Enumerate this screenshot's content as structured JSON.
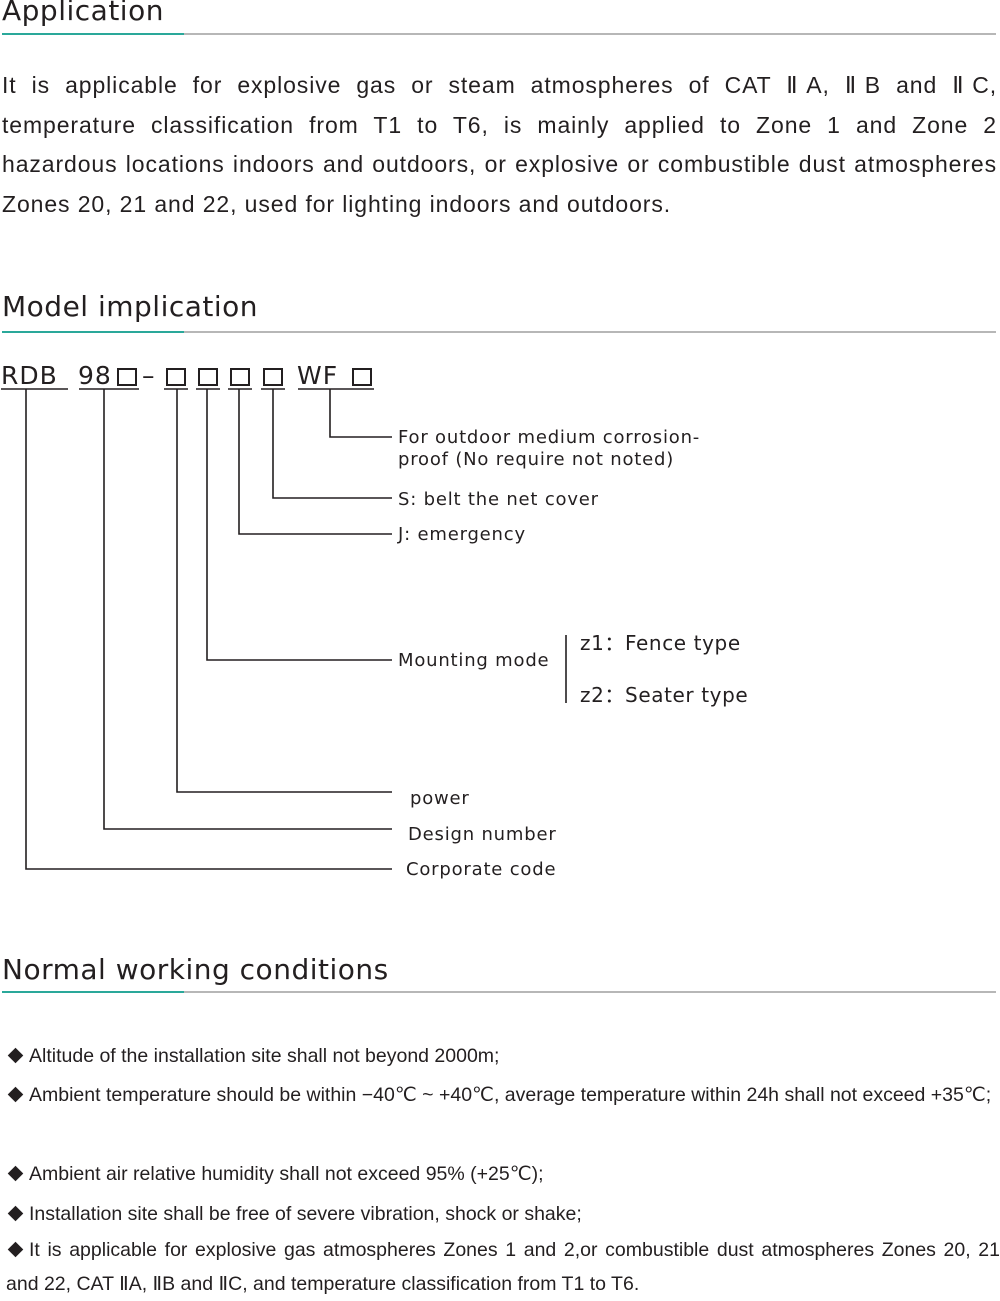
{
  "sections": {
    "application": {
      "title": "Application",
      "text": "It is applicable for explosive gas or steam atmospheres of CAT ⅡA, ⅡB and ⅡC, temperature classification from T1 to T6, is mainly applied to Zone 1 and Zone 2 hazardous locations indoors and outdoors, or explosive or combustible dust atmospheres Zones 20, 21 and 22, used for lighting indoors and outdoors."
    },
    "model": {
      "title": "Model implication",
      "code": {
        "prefix": "RDB",
        "design": "98",
        "dash": "–",
        "suffix": "WF"
      },
      "labels": {
        "outdoor_line1": "For outdoor medium corrosion-",
        "outdoor_line2": "proof (No require not noted)",
        "net_cover": "S: belt the net cover",
        "emergency": "J: emergency",
        "mounting_mode": "Mounting mode",
        "z1": "z1：Fence type",
        "z2": "z2：Seater type",
        "power": "power",
        "design_number": "Design number",
        "corporate_code": "Corporate code"
      }
    },
    "conditions": {
      "title": "Normal working conditions",
      "items": [
        "Altitude of the installation site shall not beyond 2000m;",
        "Ambient temperature should be within −40℃ ~ +40℃, average temperature within 24h shall not exceed +35℃;",
        "Ambient air relative humidity shall not exceed 95% (+25℃);",
        "Installation site shall be free of severe vibration, shock or shake;",
        "It is applicable for explosive gas atmospheres Zones 1 and 2,or combustible dust atmospheres Zones 20, 21 and 22, CAT ⅡA, ⅡB and ⅡC, and temperature classification from T1 to T6."
      ]
    }
  },
  "colors": {
    "text": "#231f20",
    "rule": "#b7b7b7",
    "accent": "#2aa89a"
  }
}
